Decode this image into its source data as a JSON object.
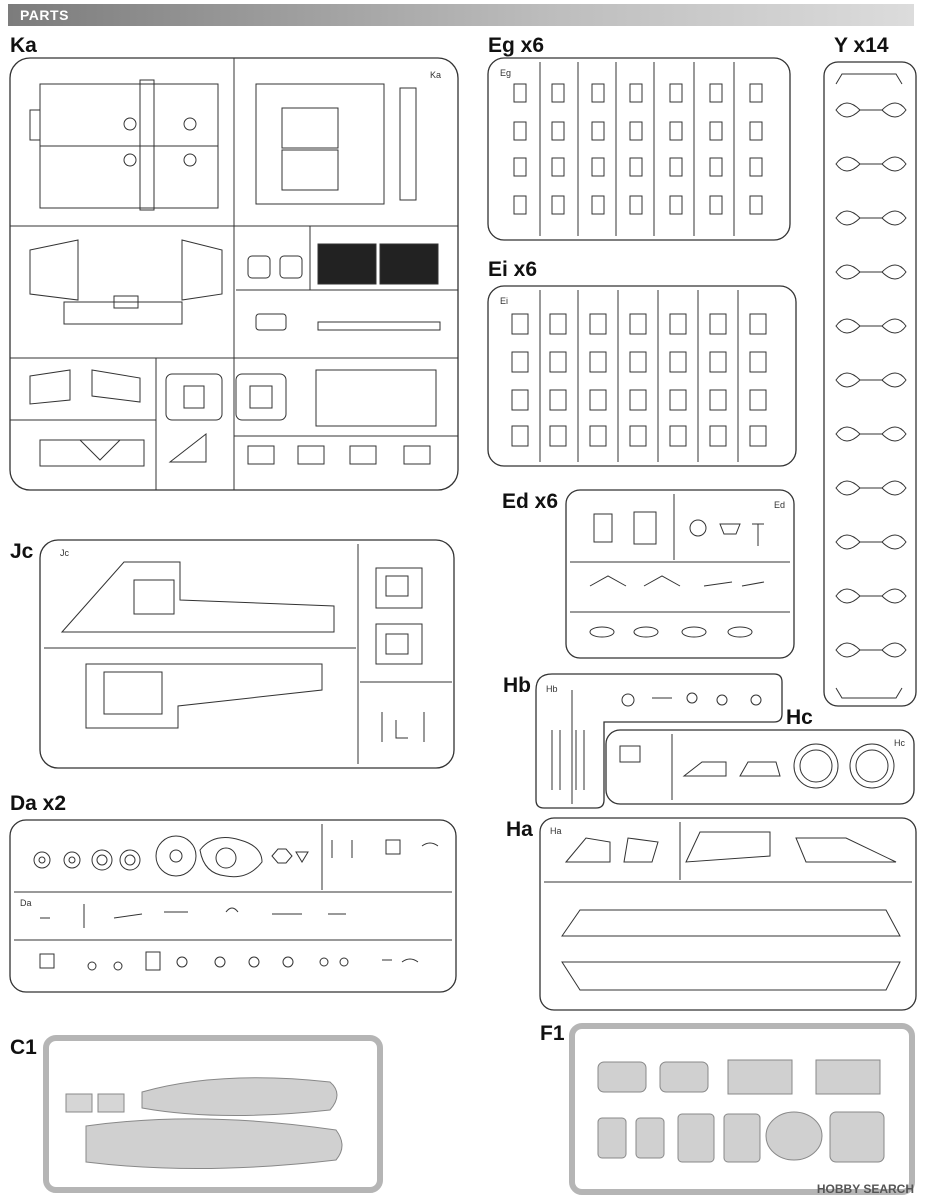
{
  "header": {
    "title": "PARTS"
  },
  "sprues": [
    {
      "id": "Ka",
      "label": "Ka"
    },
    {
      "id": "Eg",
      "label": "Eg x6"
    },
    {
      "id": "Y",
      "label": "Y x14"
    },
    {
      "id": "Ei",
      "label": "Ei x6"
    },
    {
      "id": "Ed",
      "label": "Ed x6"
    },
    {
      "id": "Jc",
      "label": "Jc"
    },
    {
      "id": "Hb",
      "label": "Hb"
    },
    {
      "id": "Hc",
      "label": "Hc"
    },
    {
      "id": "Da",
      "label": "Da x2"
    },
    {
      "id": "Ha",
      "label": "Ha"
    },
    {
      "id": "C1",
      "label": "C1"
    },
    {
      "id": "F1",
      "label": "F1"
    }
  ],
  "watermark": "HOBBY SEARCH",
  "tags": {
    "ka": "Ka",
    "jc": "Jc",
    "eg": "Eg",
    "ei": "Ei",
    "ed": "Ed",
    "hb": "Hb",
    "hc": "Hc",
    "ha": "Ha",
    "da": "Da"
  }
}
